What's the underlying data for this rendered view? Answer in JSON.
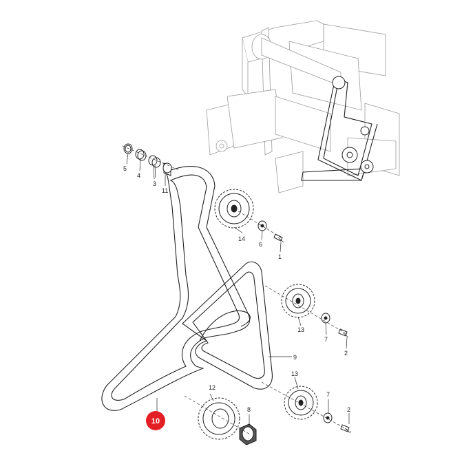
{
  "callouts": {
    "c5": "5",
    "c4": "4",
    "c3": "3",
    "c11": "11",
    "c14": "14",
    "c6": "6",
    "c1": "1",
    "c13a": "13",
    "c7a": "7",
    "c2a": "2",
    "c9": "9",
    "c12": "12",
    "c8": "8",
    "c13b": "13",
    "c7b": "7",
    "c2b": "2"
  },
  "highlight": {
    "label": "10",
    "color": "#e31e24"
  },
  "colors": {
    "line": "#222222",
    "ghost": "#9a9a9a"
  }
}
